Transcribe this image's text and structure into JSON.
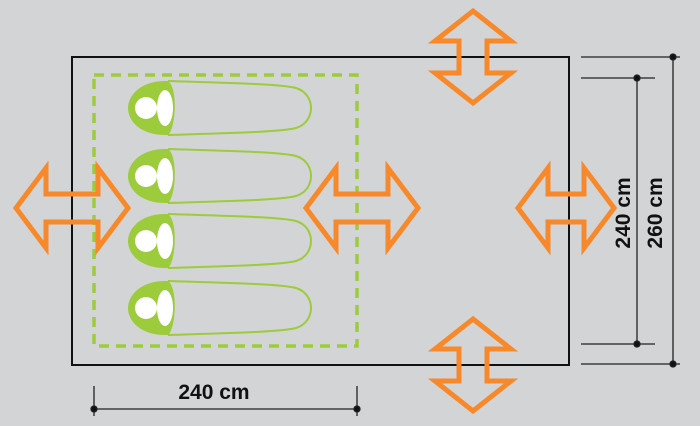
{
  "title": "Tent floor plan",
  "dimensions": {
    "width_inner": "240 cm",
    "depth_inner": "240 cm",
    "depth_outer": "260 cm"
  },
  "sleeping_places": 4,
  "entrances": [
    "left",
    "center",
    "right",
    "top",
    "bottom"
  ],
  "colors": {
    "background": "#d3d4d6",
    "arrow": "#f7892a",
    "sleeper": "#9ccb3b",
    "outline": "#111111"
  }
}
